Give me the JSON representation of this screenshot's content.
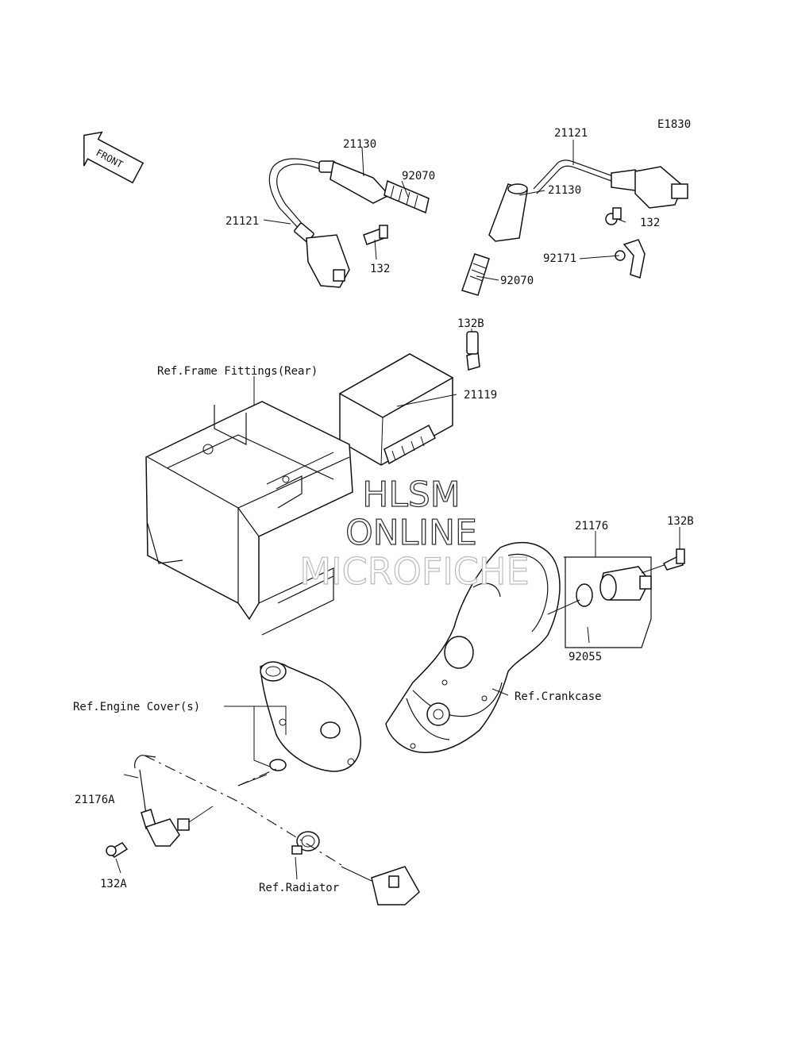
{
  "diagram_code": "E1830",
  "front_label": "FRONT",
  "part_labels": {
    "p21130_left": "21130",
    "p92070_left": "92070",
    "p21121_left": "21121",
    "p132_left": "132",
    "p21121_right": "21121",
    "p21130_right": "21130",
    "p132_right": "132",
    "p92171": "92171",
    "p92070_right": "92070",
    "p132B_top": "132B",
    "p21119": "21119",
    "p21176": "21176",
    "p132B_right": "132B",
    "p92055": "92055",
    "p21176A": "21176A",
    "p132A": "132A"
  },
  "ref_labels": {
    "frame": "Ref.Frame Fittings(Rear)",
    "crankcase": "Ref.Crankcase",
    "engine_cover": "Ref.Engine Cover(s)",
    "radiator": "Ref.Radiator"
  },
  "watermark": {
    "line1": "HLSM",
    "line2": "ONLINE",
    "line3": "MICROFICHE"
  }
}
